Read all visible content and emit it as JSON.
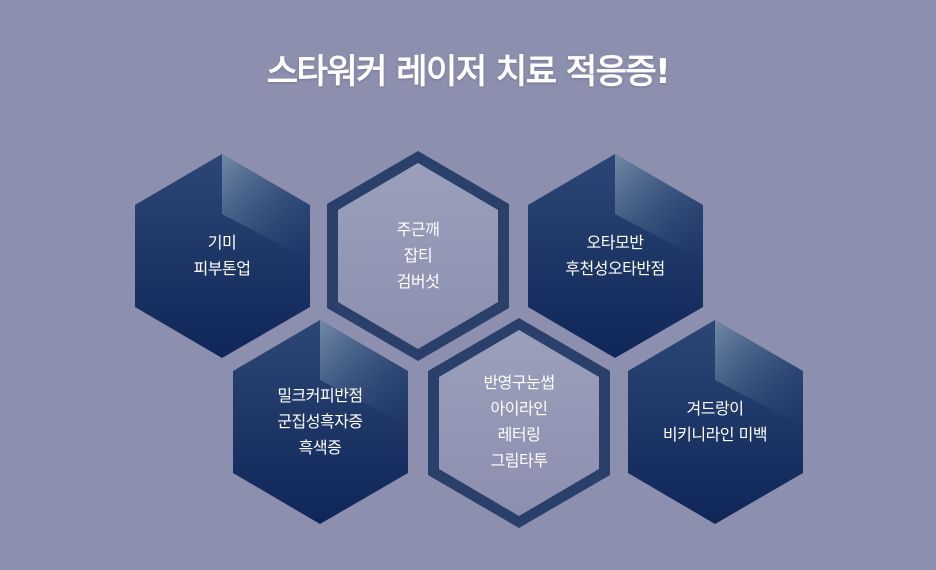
{
  "header": {
    "title": "스타워커 레이저 치료 적응증!"
  },
  "hexagons": [
    {
      "lines": [
        "기미",
        "피부톤업"
      ],
      "style": "filled"
    },
    {
      "lines": [
        "주근깨",
        "잡티",
        "검버섯"
      ],
      "style": "outline"
    },
    {
      "lines": [
        "오타모반",
        "후천성오타반점"
      ],
      "style": "filled"
    },
    {
      "lines": [
        "밀크커피반점",
        "군집성흑자증",
        "흑색증"
      ],
      "style": "filled"
    },
    {
      "lines": [
        "반영구눈썹",
        "아이라인",
        "레터링",
        "그림타투"
      ],
      "style": "outline"
    },
    {
      "lines": [
        "겨드랑이",
        "비키니라인 미백"
      ],
      "style": "filled"
    }
  ],
  "colors": {
    "background": "#8c8fae",
    "hex_fill_top": "#2c4775",
    "hex_fill_bottom": "#0f2658",
    "hex_highlight": "#8296b0",
    "outline_stroke": "#1d3563",
    "outline_inner": "#8c8fae"
  }
}
